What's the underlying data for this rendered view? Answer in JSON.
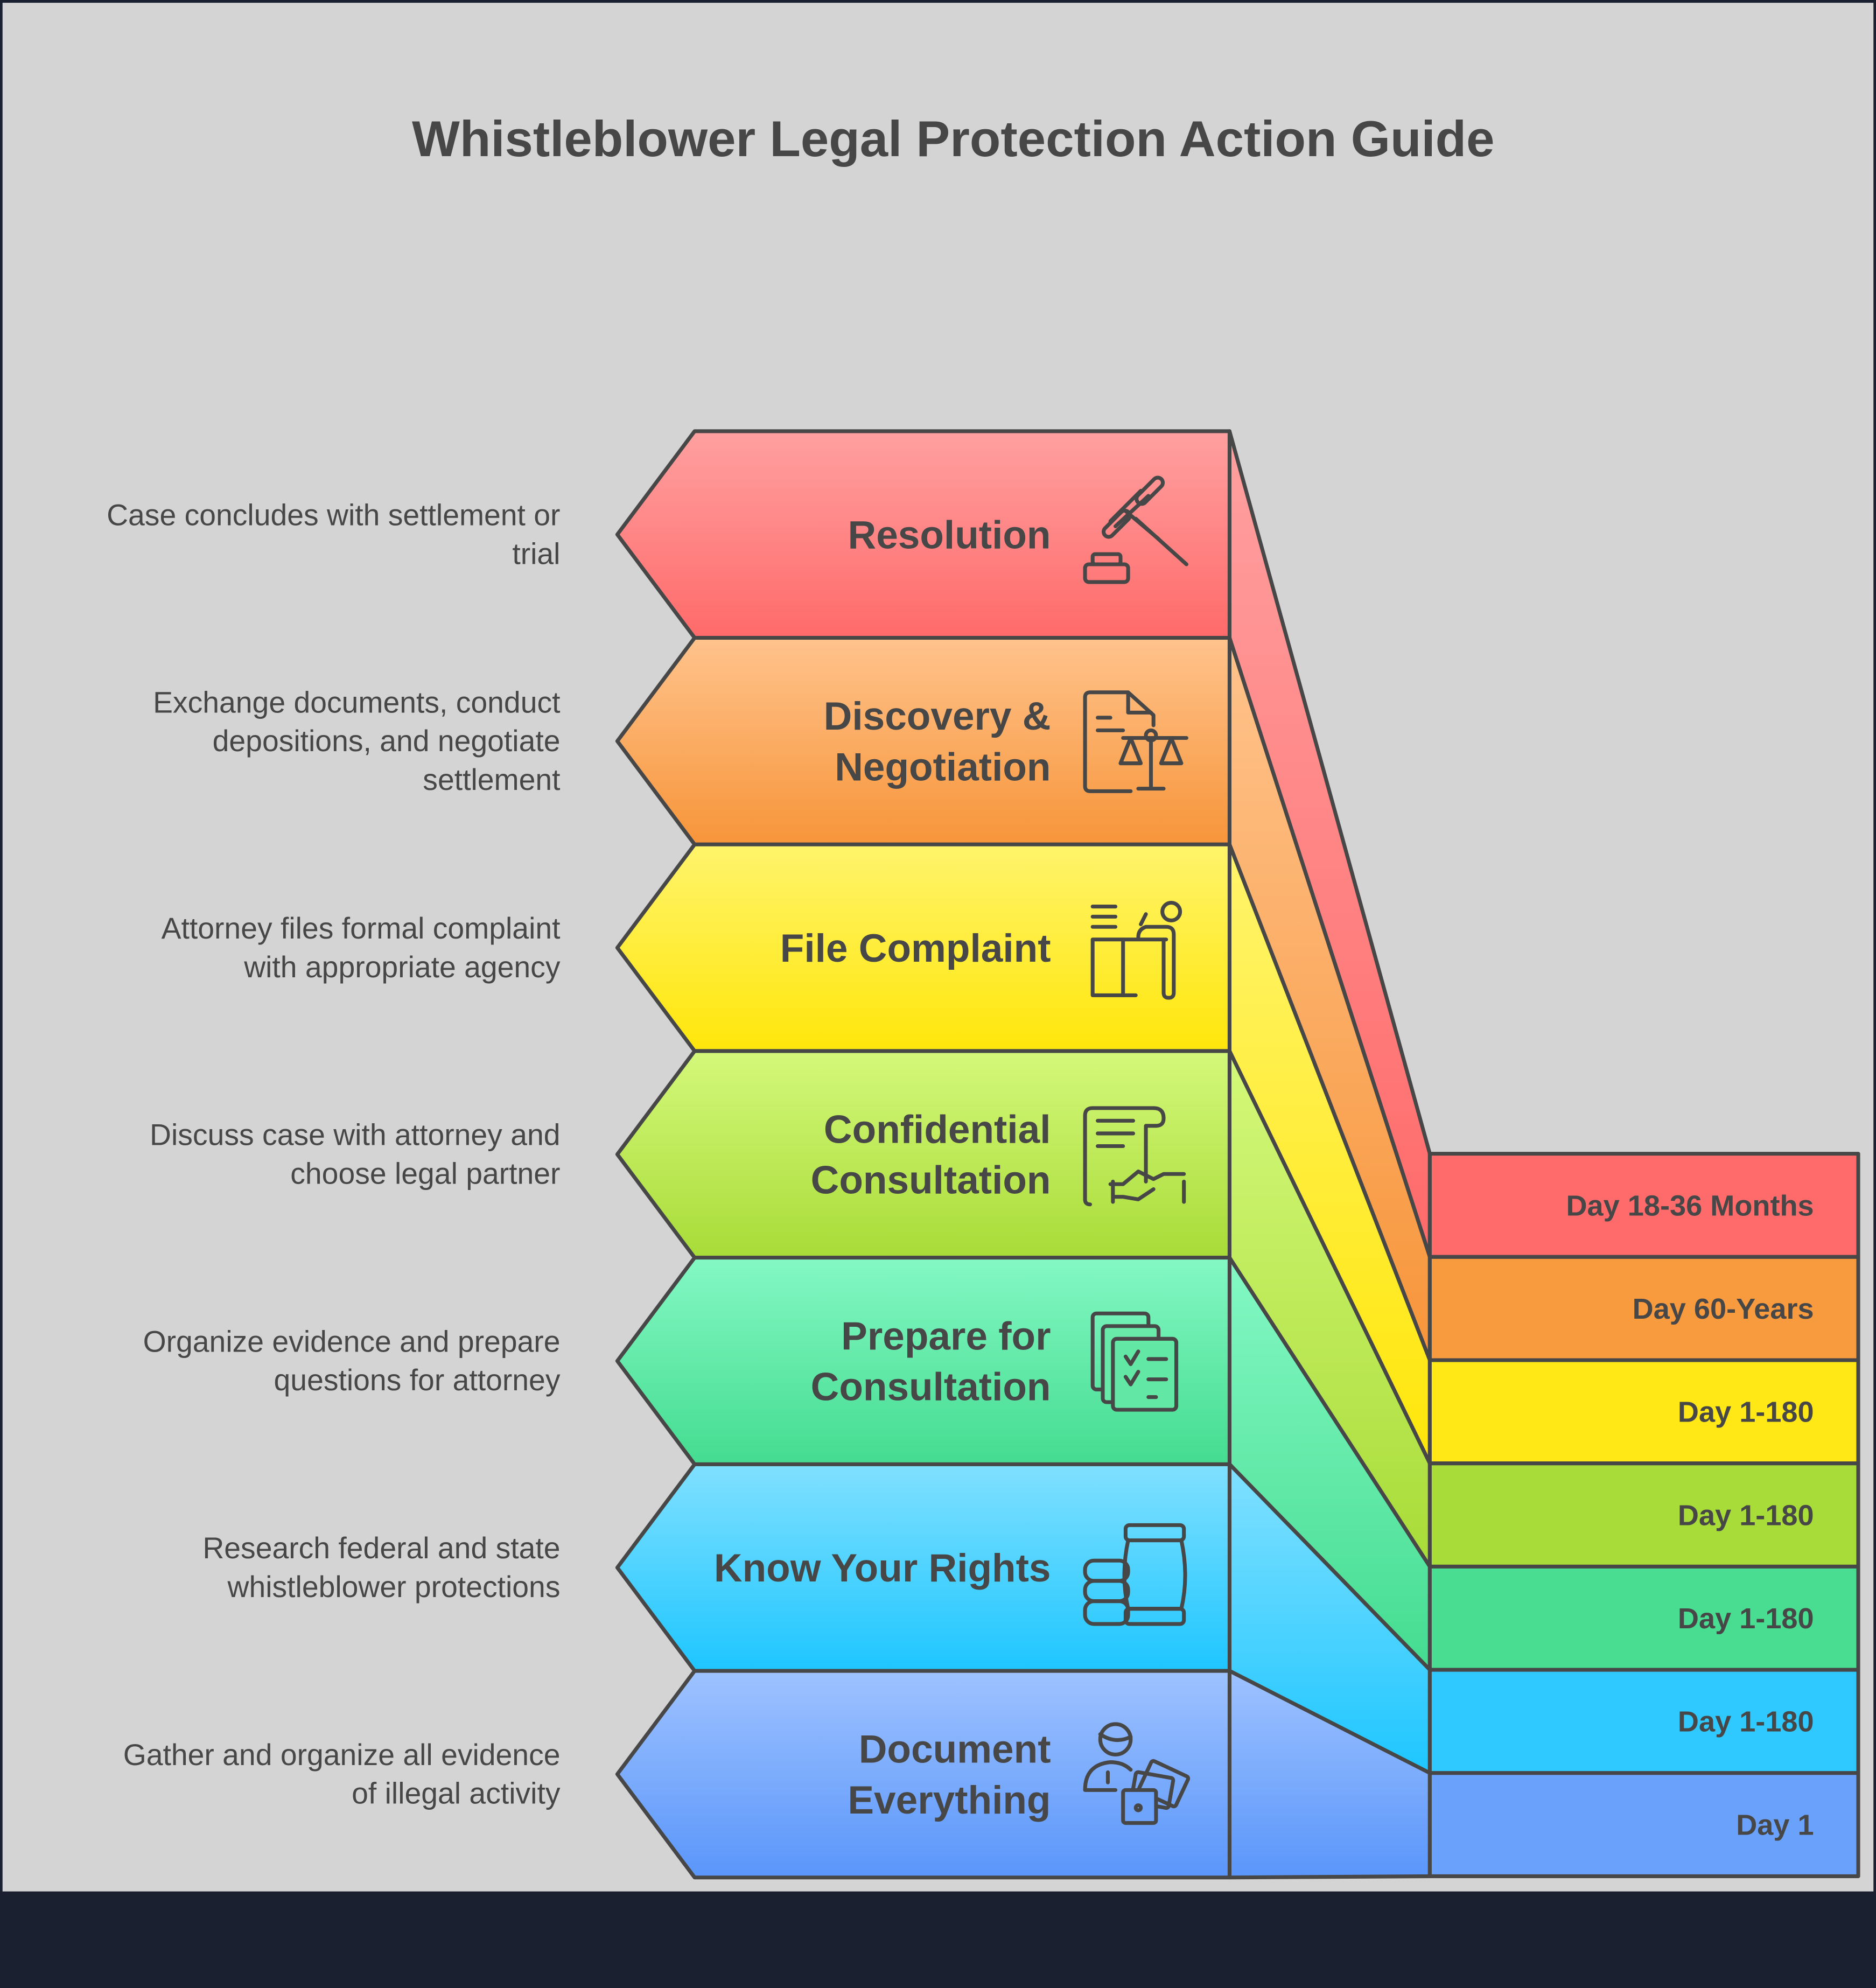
{
  "title": "Whistleblower Legal Protection Action Guide",
  "steps": [
    {
      "label": [
        "Resolution"
      ],
      "description": [
        "Case concludes with settlement or",
        "trial"
      ],
      "timeframe": "Day 18-36 Months",
      "icon": "gavel-icon",
      "colors": {
        "top": "#ffa0a0",
        "bottom": "#ff6a6a",
        "box": "#ff6a6a"
      }
    },
    {
      "label": [
        "Discovery &",
        "Negotiation"
      ],
      "description": [
        "Exchange documents, conduct",
        "depositions, and negotiate",
        "settlement"
      ],
      "timeframe": "Day 60-Years",
      "icon": "document-scales-icon",
      "colors": {
        "top": "#ffc38c",
        "bottom": "#f7953a",
        "box": "#f89a3e"
      }
    },
    {
      "label": [
        "File Complaint"
      ],
      "description": [
        "Attorney files formal complaint",
        "with appropriate agency"
      ],
      "timeframe": "Day 1-180",
      "icon": "person-at-desk-icon",
      "colors": {
        "top": "#fff46c",
        "bottom": "#ffe60a",
        "box": "#ffe816"
      }
    },
    {
      "label": [
        "Confidential",
        "Consultation"
      ],
      "description": [
        "Discuss case with attorney and",
        "choose legal partner"
      ],
      "timeframe": "Day 1-180",
      "icon": "contract-handshake-icon",
      "colors": {
        "top": "#d4f87a",
        "bottom": "#a8dc38",
        "box": "#a8dc38"
      }
    },
    {
      "label": [
        "Prepare for",
        "Consultation"
      ],
      "description": [
        "Organize evidence and prepare",
        "questions for attorney"
      ],
      "timeframe": "Day 1-180",
      "icon": "checklist-stack-icon",
      "colors": {
        "top": "#84f8c4",
        "bottom": "#44dc90",
        "box": "#48dd90"
      }
    },
    {
      "label": [
        "Know Your Rights"
      ],
      "description": [
        "Research federal and state",
        "whistleblower protections"
      ],
      "timeframe": "Day 1-180",
      "icon": "books-icon",
      "colors": {
        "top": "#80e0ff",
        "bottom": "#1ec6ff",
        "box": "#30c9ff"
      }
    },
    {
      "label": [
        "Document",
        "Everything"
      ],
      "description": [
        "Gather and organize all evidence",
        "of illegal activity"
      ],
      "timeframe": "Day 1",
      "icon": "person-documents-icon",
      "colors": {
        "top": "#9ec2ff",
        "bottom": "#5a96fa",
        "box": "#6aa2fb"
      }
    }
  ]
}
